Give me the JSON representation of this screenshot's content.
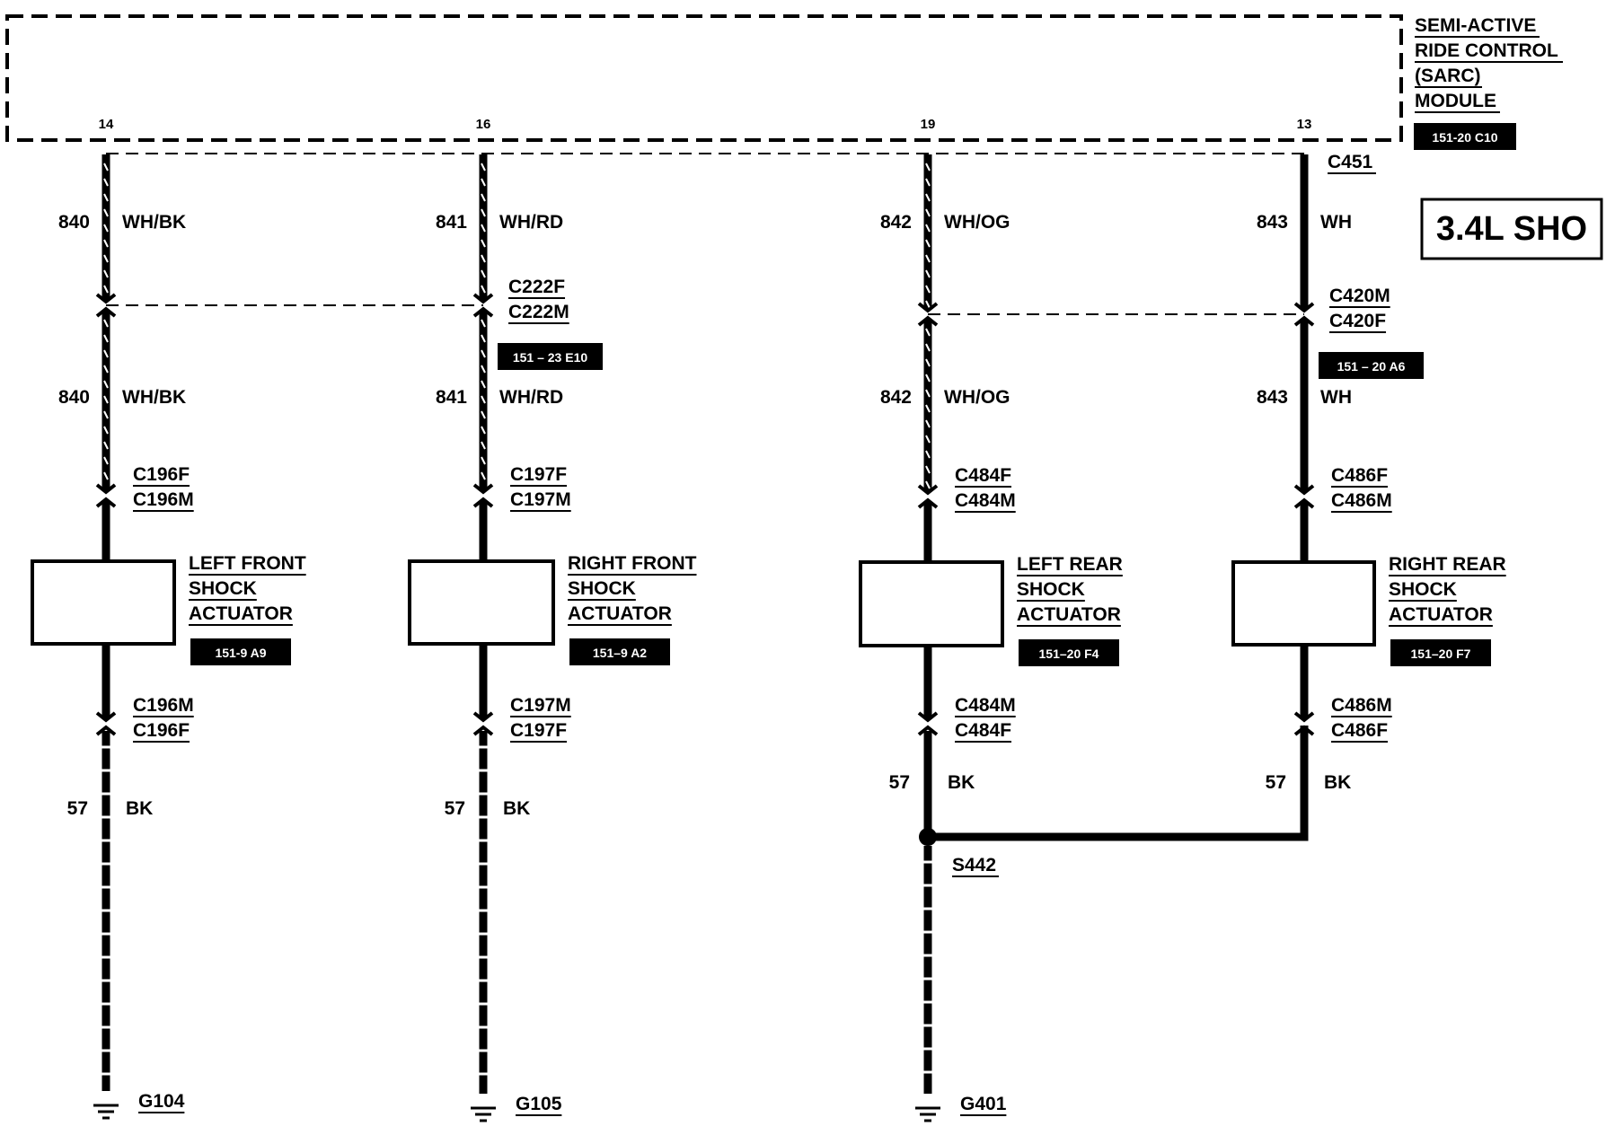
{
  "module": {
    "title_lines": [
      "SEMI-ACTIVE",
      "RIDE CONTROL",
      "(SARC)",
      "MODULE"
    ],
    "ref": "151-20 C10",
    "connector": "C451",
    "pins": [
      "14",
      "16",
      "19",
      "13"
    ]
  },
  "engine_label": "3.4L SHO",
  "circuits": [
    {
      "id": "lf",
      "pin": "14",
      "circuit": "840",
      "color": "WH/BK",
      "inline_connector": null,
      "lower_connector": [
        "C196F",
        "C196M"
      ],
      "component": {
        "lines": [
          "LEFT FRONT",
          "SHOCK",
          "ACTUATOR"
        ],
        "ref": "151-9 A9"
      },
      "ground_connector": [
        "C196M",
        "C196F"
      ],
      "ground_circuit": "57",
      "ground_color": "BK",
      "ground": "G104"
    },
    {
      "id": "rf",
      "pin": "16",
      "circuit": "841",
      "color": "WH/RD",
      "inline_connector": {
        "names": [
          "C222F",
          "C222M"
        ],
        "ref": "151 – 23 E10"
      },
      "lower_connector": [
        "C197F",
        "C197M"
      ],
      "component": {
        "lines": [
          "RIGHT FRONT",
          "SHOCK",
          "ACTUATOR"
        ],
        "ref": "151–9 A2"
      },
      "ground_connector": [
        "C197M",
        "C197F"
      ],
      "ground_circuit": "57",
      "ground_color": "BK",
      "ground": "G105"
    },
    {
      "id": "lr",
      "pin": "19",
      "circuit": "842",
      "color": "WH/OG",
      "inline_connector": null,
      "lower_connector": [
        "C484F",
        "C484M"
      ],
      "component": {
        "lines": [
          "LEFT REAR",
          "SHOCK",
          "ACTUATOR"
        ],
        "ref": "151–20 F4"
      },
      "ground_connector": [
        "C484M",
        "C484F"
      ],
      "ground_circuit": "57",
      "ground_color": "BK",
      "ground": "G401"
    },
    {
      "id": "rr",
      "pin": "13",
      "circuit": "843",
      "color": "WH",
      "inline_connector": {
        "names": [
          "C420M",
          "C420F"
        ],
        "ref": "151 – 20 A6"
      },
      "lower_connector": [
        "C486F",
        "C486M"
      ],
      "component": {
        "lines": [
          "RIGHT REAR",
          "SHOCK",
          "ACTUATOR"
        ],
        "ref": "151–20 F7"
      },
      "ground_connector": [
        "C486M",
        "C486F"
      ],
      "ground_circuit": "57",
      "ground_color": "BK",
      "ground": null
    }
  ],
  "splice": "S442"
}
